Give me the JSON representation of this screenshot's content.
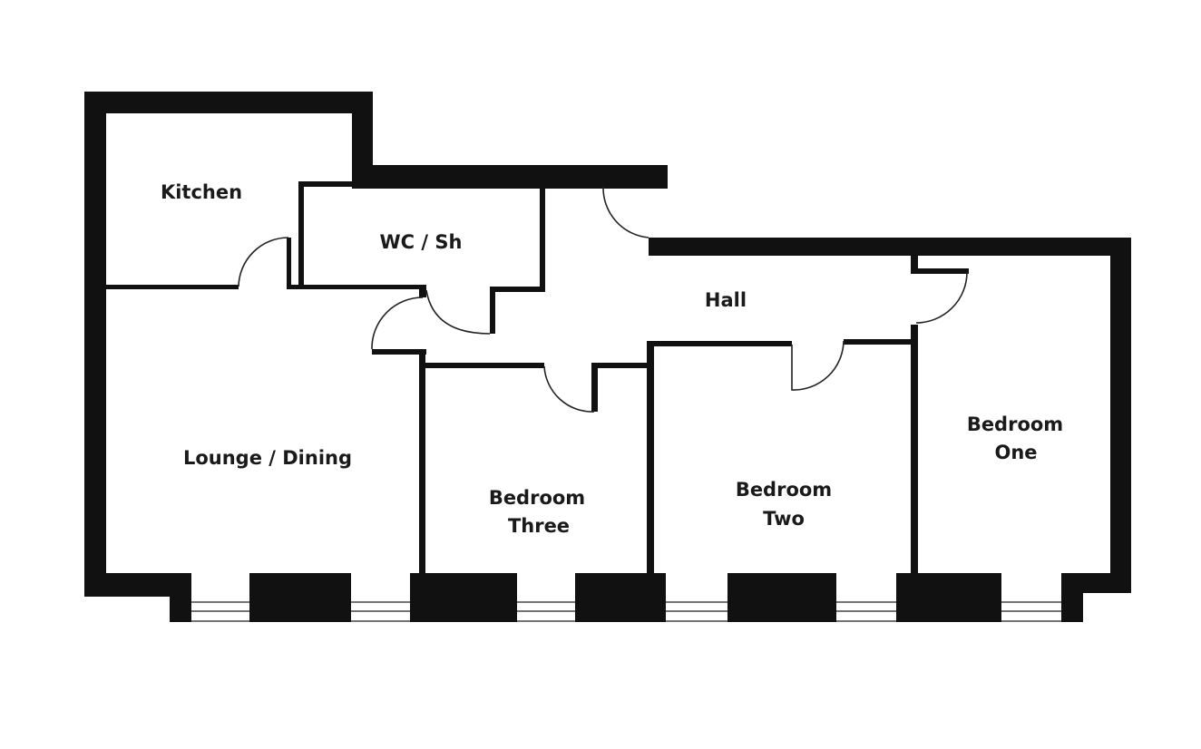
{
  "rooms": {
    "kitchen": "Kitchen",
    "wc": "WC / Sh",
    "hall": "Hall",
    "lounge": "Lounge / Dining",
    "bedroom_three": [
      "Bedroom",
      "Three"
    ],
    "bedroom_two": [
      "Bedroom",
      "Two"
    ],
    "bedroom_one": [
      "Bedroom",
      "One"
    ]
  }
}
